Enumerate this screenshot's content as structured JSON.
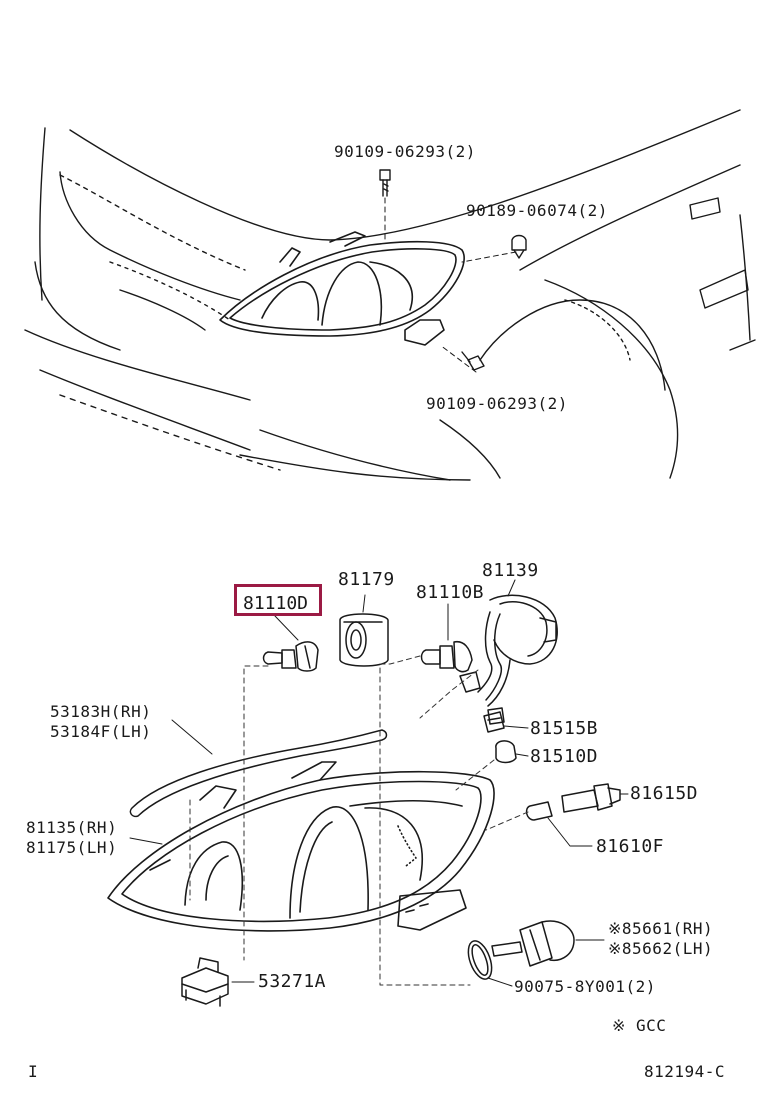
{
  "colors": {
    "highlight": "#9b1a44",
    "line": "#1a1a1a",
    "ghost": "#9a9a9a"
  },
  "top_labels": {
    "bolt_upper": "90109-06293(2)",
    "clip": "90189-06074(2)",
    "bolt_lower": "90109-06293(2)"
  },
  "parts": {
    "bulb_selected": "81110D",
    "shade": "81179",
    "socket_cover": "81139",
    "bulb_hi": "81110B",
    "socket_side": "81515B",
    "bulb_side": "81510D",
    "socket_marker": "81615D",
    "bulb_marker": "81610F",
    "strip_rh": "53183H(RH)",
    "strip_lh": "53184F(LH)",
    "unit_rh": "81135(RH)",
    "unit_lh": "81175(LH)",
    "retainer": "53271A",
    "hid_rh": "※85661(RH)",
    "hid_lh": "※85662(LH)",
    "oring": "90075-8Y001(2)"
  },
  "footer": {
    "note": "※ GCC",
    "left_mark": "I",
    "diagram_id": "812194-C"
  }
}
